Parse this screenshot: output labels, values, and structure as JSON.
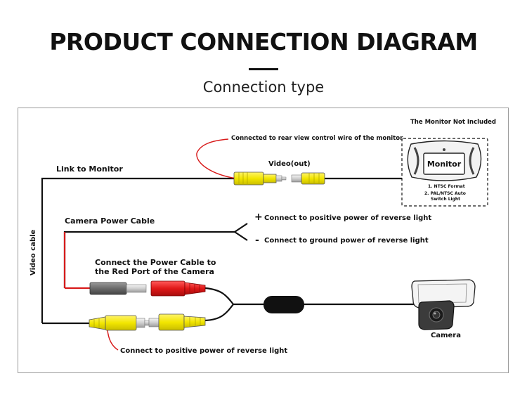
{
  "header": {
    "title": "PRODUCT CONNECTION DIAGRAM",
    "subtitle": "Connection type"
  },
  "labels": {
    "monitor_not_included": "The Monitor Not Included",
    "rear_view_wire": "Connected to rear view control wire of the monitor",
    "video_out": "Video(out)",
    "link_to_monitor": "Link to Monitor",
    "camera_power_cable": "Camera Power Cable",
    "positive_sign": "+",
    "positive_power": "Connect to positive power of reverse light",
    "negative_sign": "-",
    "ground_power": "Connect to ground power of reverse light",
    "power_to_red_port_line1": "Connect the Power Cable to",
    "power_to_red_port_line2": "the Red Port of the Camera",
    "video_cable": "Video cable",
    "camera": "Camera",
    "bottom_positive_power": "Connect to positive power of reverse light"
  },
  "monitor": {
    "screen_label": "Monitor",
    "format_line1": "1. NTSC Format",
    "format_line2": "2. PAL/NTSC Auto",
    "format_line3": "Switch Light"
  },
  "colors": {
    "wire": "#111111",
    "red_wire": "#d81a1a",
    "rca_yellow": "#f2e600",
    "power_red": "#e01818",
    "power_gray": "#6a6a6a"
  }
}
